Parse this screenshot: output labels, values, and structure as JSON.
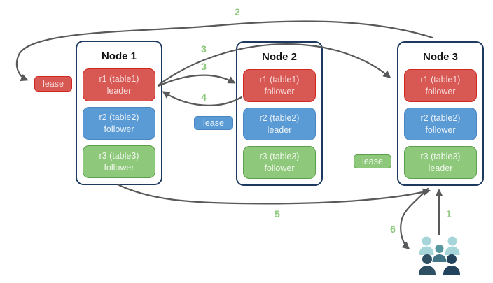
{
  "nodes": [
    {
      "title": "Node 1",
      "replicas": [
        {
          "name": "r1 (table1)",
          "role": "leader",
          "color": "red"
        },
        {
          "name": "r2 (table2)",
          "role": "follower",
          "color": "blue"
        },
        {
          "name": "r3 (table3)",
          "role": "follower",
          "color": "green"
        }
      ]
    },
    {
      "title": "Node 2",
      "replicas": [
        {
          "name": "r1 (table1)",
          "role": "follower",
          "color": "red"
        },
        {
          "name": "r2 (table2)",
          "role": "leader",
          "color": "blue"
        },
        {
          "name": "r3 (table3)",
          "role": "follower",
          "color": "green"
        }
      ]
    },
    {
      "title": "Node 3",
      "replicas": [
        {
          "name": "r1 (table1)",
          "role": "follower",
          "color": "red"
        },
        {
          "name": "r2 (table2)",
          "role": "follower",
          "color": "blue"
        },
        {
          "name": "r3 (table3)",
          "role": "leader",
          "color": "green"
        }
      ]
    }
  ],
  "lease_labels": {
    "red": "lease",
    "blue": "lease",
    "green": "lease"
  },
  "steps": [
    "1",
    "2",
    "3",
    "3",
    "4",
    "5",
    "6"
  ],
  "users_icon": {
    "name": "users-group-icon",
    "person_count": 5
  },
  "palette": {
    "node_border": "#1d3a5e",
    "box_red_bg": "#d85854",
    "box_red_border": "#d02721",
    "box_blue_bg": "#5b9bd5",
    "box_blue_border": "#4a85c0",
    "box_green_bg": "#8dc87b",
    "box_green_border": "#5b9e4d",
    "arrow": "#58595b",
    "step_label": "#8cc87a",
    "users_back": "#a5d5d8",
    "users_center_head": "#57989f",
    "users_center_body": "#417585",
    "users_front_left": "#2f5063",
    "users_front_right": "#24435c"
  }
}
